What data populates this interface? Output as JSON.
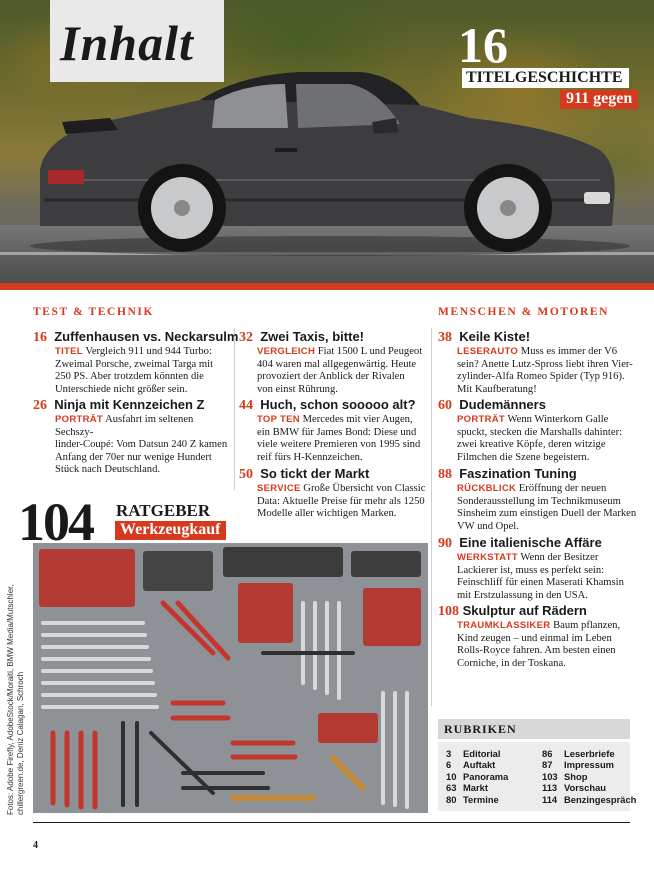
{
  "header": {
    "title": "Inhalt",
    "cover_story": {
      "page": "16",
      "label": "TITELGESCHICHTE",
      "subtitle": "911 gegen"
    }
  },
  "sections": {
    "left": "TEST & TECHNIK",
    "right": "MENSCHEN & MOTOREN"
  },
  "articles": [
    {
      "page": "16",
      "title": "Zuffenhausen vs. Neckarsulm",
      "category": "TITEL",
      "lines": [
        "Vergleich 911 und 944 Turbo:",
        "Zweimal Porsche, zweimal Targa mit",
        "250 PS. Aber trotzdem könnten die",
        "Unterschiede nicht größer sein."
      ]
    },
    {
      "page": "26",
      "title": "Ninja mit Kennzeichen Z",
      "category": "PORTRÄT",
      "lines": [
        "Ausfahrt im seltenen Sechszy-",
        "linder-Coupé: Vom Datsun 240 Z kamen",
        "Anfang der 70er nur wenige Hundert",
        "Stück nach Deutschland."
      ]
    },
    {
      "page": "32",
      "title": "Zwei Taxis, bitte!",
      "category": "VERGLEICH",
      "lines": [
        "Fiat 1500 L und Peugeot",
        "404 waren mal allgegenwärtig. Heute",
        "provoziert der Anblick der Rivalen",
        "von einst Rührung."
      ]
    },
    {
      "page": "44",
      "title": "Huch, schon sooooo alt?",
      "category": "TOP TEN",
      "lines": [
        "Mercedes mit vier Augen,",
        "ein BMW für James Bond: Diese und",
        "viele weitere Premieren von 1995 sind",
        "reif fürs H-Kennzeichen."
      ]
    },
    {
      "page": "50",
      "title": "So tickt der Markt",
      "category": "SERVICE",
      "lines": [
        "Große Übersicht von Classic",
        "Data: Aktuelle Preise für mehr als 1250",
        "Modelle aller wichtigen Marken."
      ]
    },
    {
      "page": "38",
      "title": "Keile Kiste!",
      "category": "LESERAUTO",
      "lines": [
        "Muss es immer der V6",
        "sein? Anette Lutz-Spross liebt ihren Vier-",
        "zylinder-Alfa Romeo Spider (Typ 916).",
        "Mit Kaufberatung!"
      ]
    },
    {
      "page": "60",
      "title": "Dudemänners",
      "category": "PORTRÄT",
      "lines": [
        "Wenn Winterkorn Galle",
        "spuckt, stecken die Marshalls dahinter:",
        "zwei kreative Köpfe, deren witzige",
        "Filmchen die Szene begeistern."
      ]
    },
    {
      "page": "88",
      "title": "Faszination Tuning",
      "category": "RÜCKBLICK",
      "lines": [
        "Eröffnung der neuen",
        "Sonderausstellung im Technikmuseum",
        "Sinsheim zum einstigen Duell der Marken",
        "VW und Opel."
      ]
    },
    {
      "page": "90",
      "title": "Eine italienische Affäre",
      "category": "WERKSTATT",
      "lines": [
        "Wenn der Besitzer",
        "Lackierer ist, muss es perfekt sein:",
        "Feinschliff für einen Maserati Khamsin",
        "mit Erstzulassung in den USA."
      ]
    },
    {
      "page": "108",
      "title": "Skulptur auf Rädern",
      "category": "TRAUMKLASSIKER",
      "lines": [
        "Baum pflanzen,",
        "Kind zeugen – und einmal im Leben",
        "Rolls-Royce fahren. Am besten einen",
        "Corniche, in der Toskana."
      ]
    }
  ],
  "ratgeber": {
    "page": "104",
    "label": "RATGEBER",
    "subtitle": "Werkzeugkauf"
  },
  "rubriken": {
    "title": "RUBRIKEN",
    "left": [
      {
        "page": "3",
        "label": "Editorial"
      },
      {
        "page": "6",
        "label": "Auftakt"
      },
      {
        "page": "10",
        "label": "Panorama"
      },
      {
        "page": "63",
        "label": "Markt"
      },
      {
        "page": "80",
        "label": "Termine"
      }
    ],
    "right": [
      {
        "page": "86",
        "label": "Leserbriefe"
      },
      {
        "page": "87",
        "label": "Impressum"
      },
      {
        "page": "103",
        "label": "Shop"
      },
      {
        "page": "113",
        "label": "Vorschau"
      },
      {
        "page": "114",
        "label": "Benzingespräch"
      }
    ]
  },
  "credits": {
    "line1": "Fotos: Adobe Firefly, AdobeStock/Moraiti, BMW Media/Mutschler,",
    "line2": "chillergreen.de, Deniz Calagan, Schroch"
  },
  "page_number": "4",
  "colors": {
    "accent": "#d63a1e",
    "text": "#1a1a1a",
    "panel": "#ececec"
  }
}
